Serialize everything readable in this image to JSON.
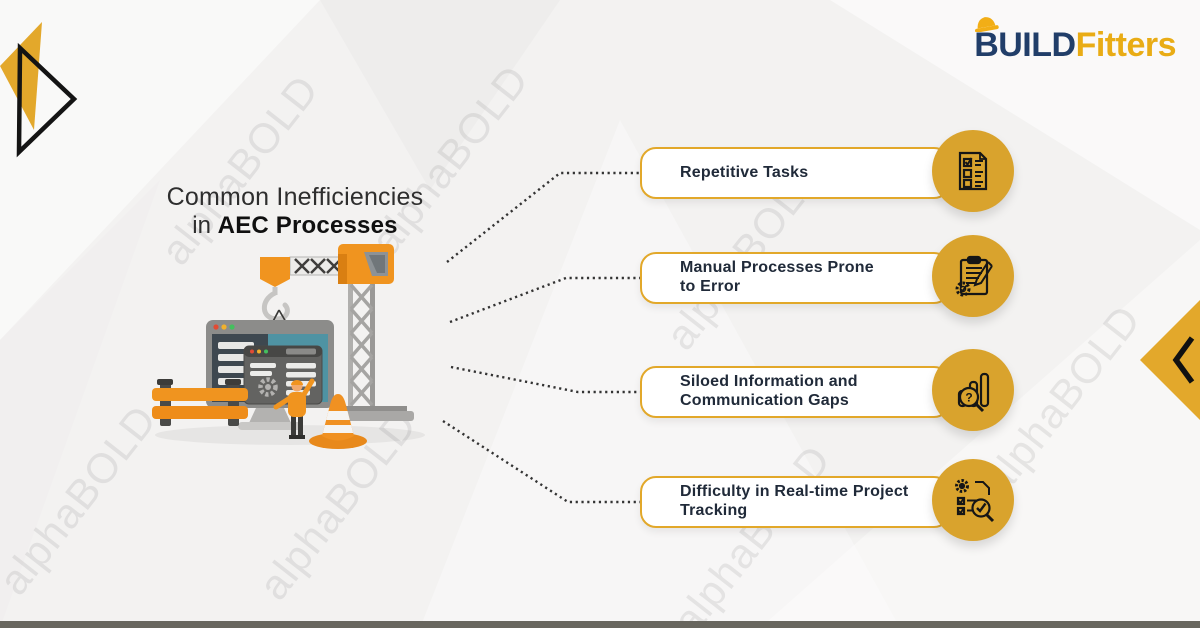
{
  "brand": {
    "build": "BUILD",
    "fitters": "Fitters",
    "build_color": "#213e69",
    "fitters_color": "#e9ac15"
  },
  "title": {
    "line1": "Common Inefficiencies",
    "line2_prefix": "in ",
    "line2_bold": "AEC Processes"
  },
  "items": [
    {
      "label": "Repetitive Tasks",
      "icon": "checklist-document-icon"
    },
    {
      "label": "Manual Processes Prone\nto Error",
      "icon": "clipboard-pencil-gear-icon"
    },
    {
      "label": "Siloed Information and\nCommunication Gaps",
      "icon": "chart-magnifier-question-icon"
    },
    {
      "label": "Difficulty in Real-time Project\nTracking",
      "icon": "project-tracking-icon"
    }
  ],
  "watermark": "alphaBOLD",
  "colors": {
    "accent_gold": "#d9a32d",
    "pill_border": "#e2a82a",
    "pill_text": "#202a39",
    "connector": "#333333",
    "illustration_orange": "#f0941f",
    "bottom_bar": "#68665e",
    "background": "#f3f2f1"
  }
}
